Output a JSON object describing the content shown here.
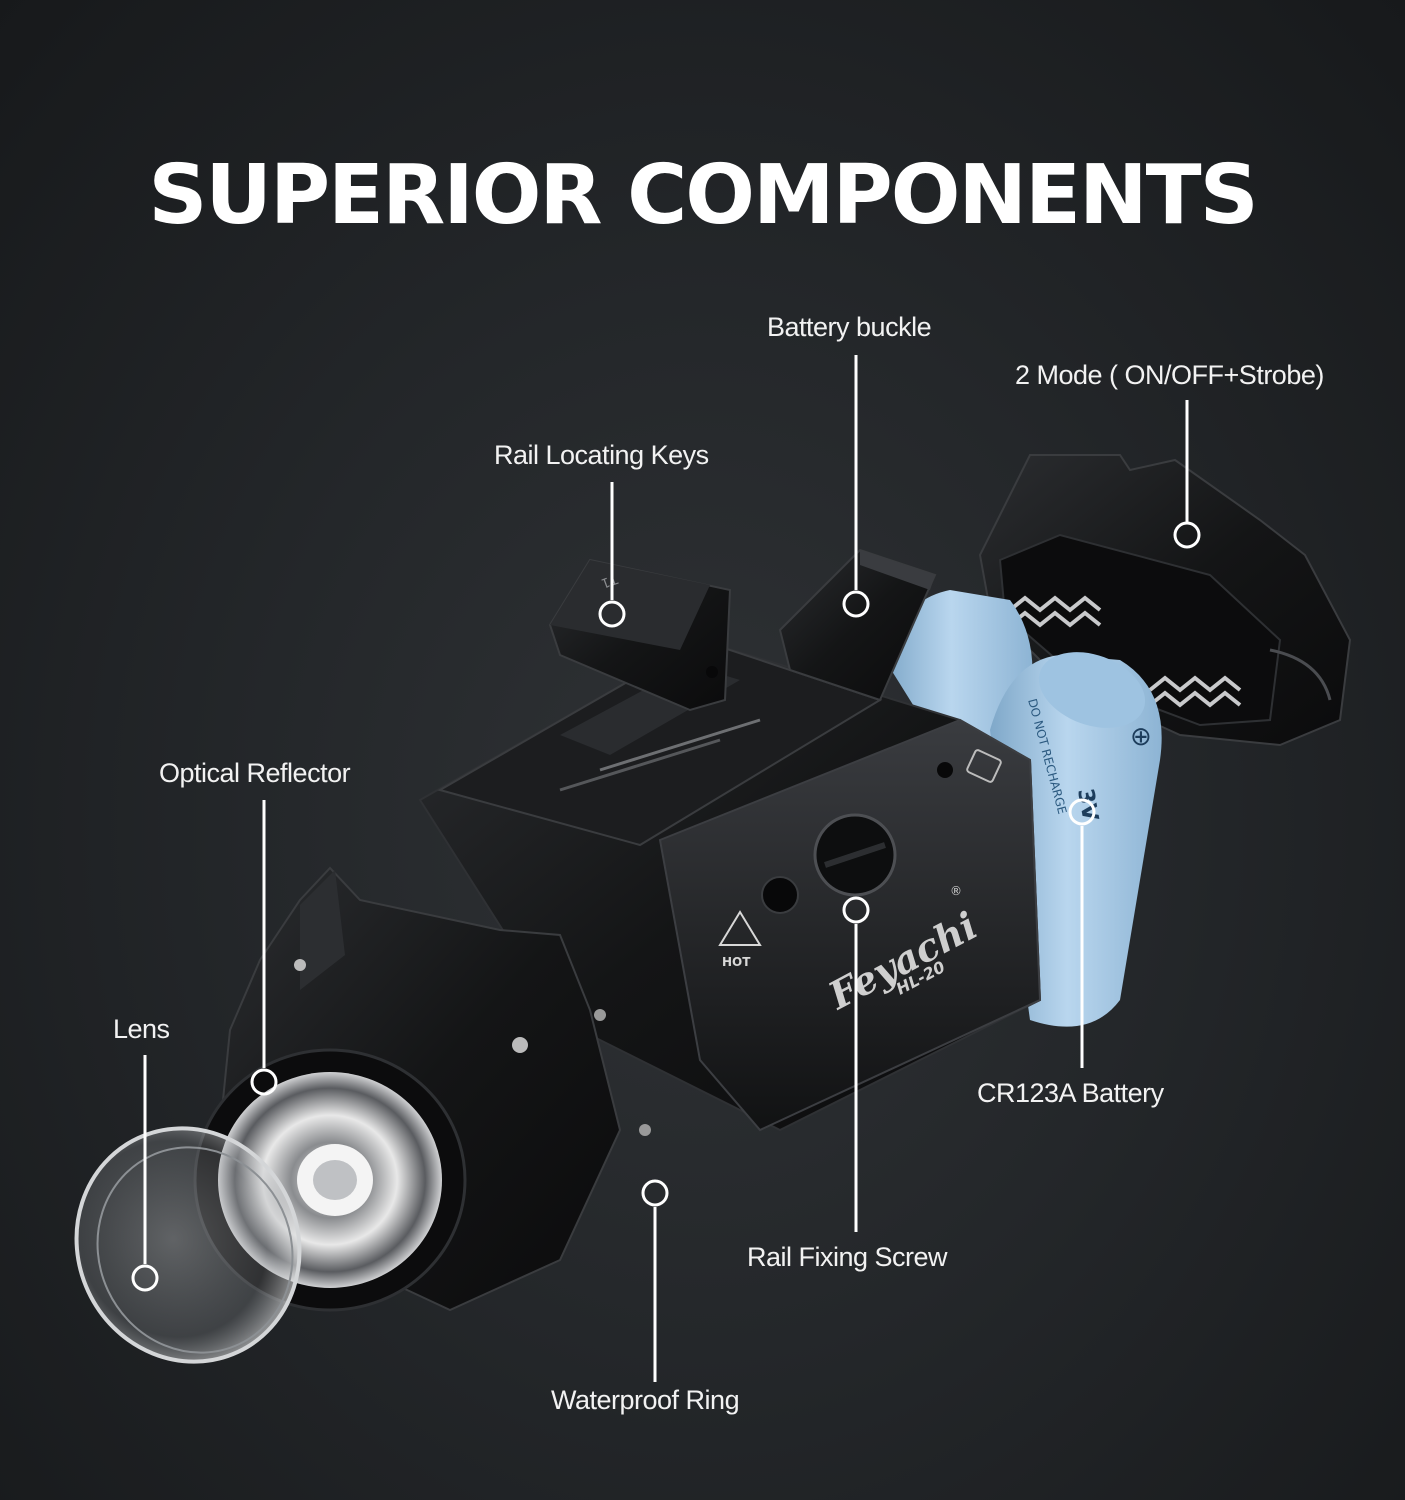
{
  "title": "SUPERIOR COMPONENTS",
  "labels": {
    "battery_buckle": "Battery buckle",
    "mode": "2 Mode ( ON/OFF+Strobe)",
    "rail_keys": "Rail Locating Keys",
    "optical_reflector": "Optical Reflector",
    "lens": "Lens",
    "battery": "CR123A Battery",
    "rail_screw": "Rail Fixing Screw",
    "waterproof_ring": "Waterproof Ring"
  },
  "product": {
    "brand": "Feyachi",
    "registered": "®",
    "model": "HL-20",
    "hot_warning": "HOT",
    "battery_voltage": "3V",
    "battery_plus": "⊕",
    "battery_warning": "DO NOT RECHARGE",
    "key_marking": "T1"
  },
  "colors": {
    "background": "#24272a",
    "housing": "#151617",
    "battery": "#a9cbe6",
    "text": "#ffffff"
  }
}
